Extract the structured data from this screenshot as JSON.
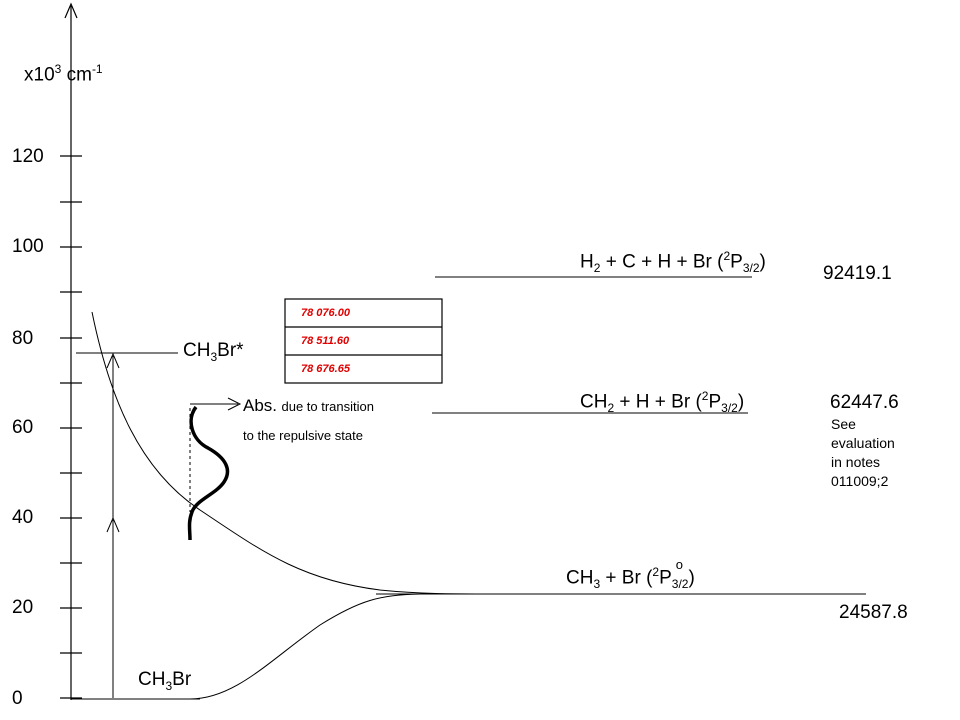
{
  "axis": {
    "unit_base": "x10",
    "unit_exp": "3",
    "unit_cm": "cm",
    "unit_cm_exp": "-1",
    "ticks": [
      "0",
      "20",
      "40",
      "60",
      "80",
      "100",
      "120"
    ]
  },
  "levels": {
    "ch3br": {
      "main": "CH",
      "sub": "3",
      "tail": "Br"
    },
    "ch3br_star": {
      "main": "CH",
      "sub": "3",
      "tail": "Br*"
    },
    "ch3_br": {
      "a": "CH",
      "a_sub": "3",
      "b": " + Br (",
      "c_sup": "2",
      "c": "P",
      "c_sup2": "o",
      "c_sub": "3/2",
      "d": ")",
      "energy": "24587.8"
    },
    "ch2_h_br": {
      "a": "CH",
      "a_sub": "2",
      "b": " + H + Br (",
      "c_sup": "2",
      "c": "P",
      "c_sub": "3/2",
      "d": ")",
      "energy": "62447.6"
    },
    "h2_c_h_br": {
      "a": "H",
      "a_sub": "2",
      "b": " + C + H + Br (",
      "c_sup": "2",
      "c": "P",
      "c_sub": "3/2",
      "d": ")",
      "energy": "92419.1"
    }
  },
  "absorption": {
    "label_big": "Abs.",
    "label_small_1": "due to transition",
    "label_small_2": "to the repulsive state"
  },
  "note": {
    "line1": "See",
    "line2": "evaluation",
    "line3": "in notes",
    "line4": "011009;2"
  },
  "table_values": [
    "78 076.00",
    "78 511.60",
    "78 676.65"
  ],
  "colors": {
    "table_text": "#e00000",
    "lines": "#000000"
  }
}
